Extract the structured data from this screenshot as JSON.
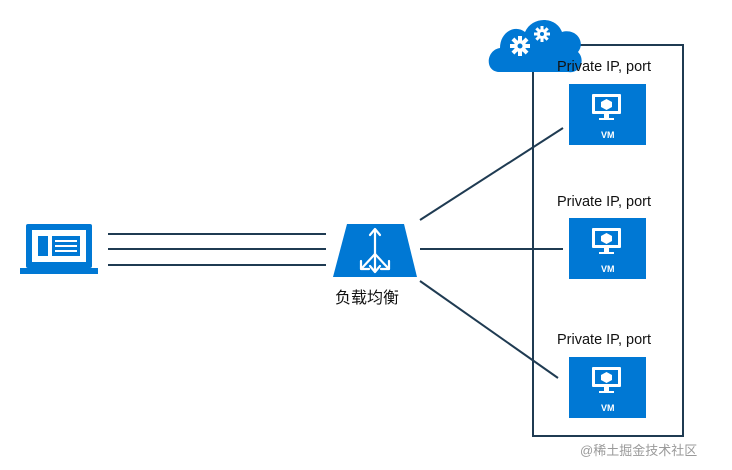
{
  "colors": {
    "accent": "#0078d4",
    "line": "#1f3b52",
    "white": "#ffffff"
  },
  "client": {
    "icon": "laptop-icon"
  },
  "cloud": {
    "icon": "cloud-gear-icon"
  },
  "load_balancer": {
    "icon": "load-balancer-icon",
    "label": "负载均衡"
  },
  "vms": [
    {
      "label": "Private IP, port",
      "badge": "VM",
      "icon": "monitor-icon"
    },
    {
      "label": "Private IP, port",
      "badge": "VM",
      "icon": "monitor-icon"
    },
    {
      "label": "Private IP, port",
      "badge": "VM",
      "icon": "monitor-icon"
    }
  ],
  "watermark": "@稀土掘金技术社区"
}
